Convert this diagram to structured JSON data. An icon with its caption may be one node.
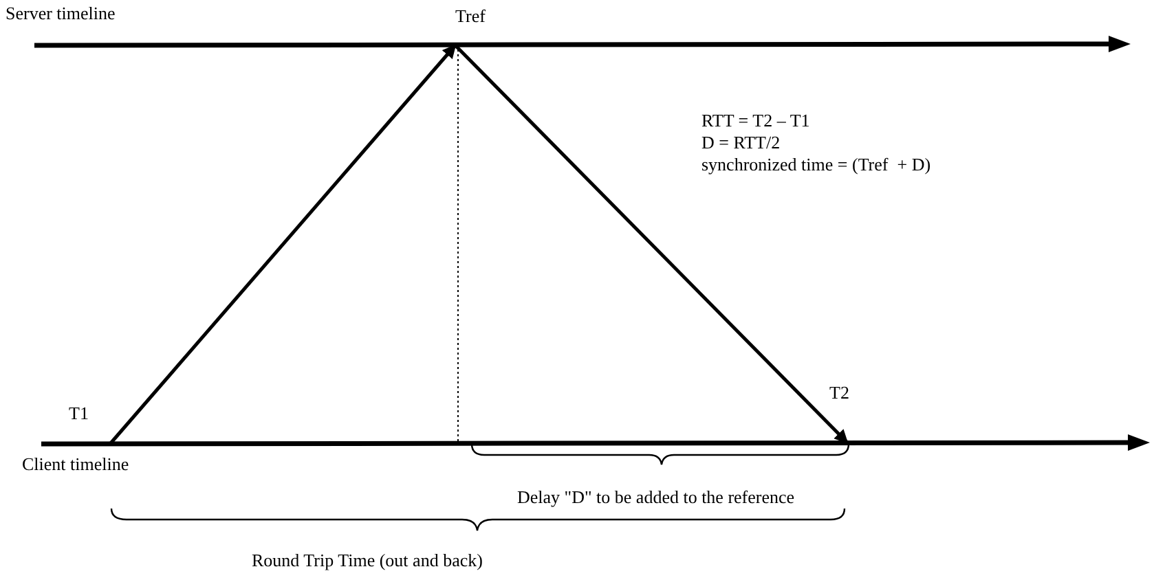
{
  "diagram": {
    "nodes": [
      {
        "text": [
          "T1"
        ]
      },
      {
        "text": [
          "Tref"
        ]
      },
      {
        "text": [
          "T2"
        ]
      }
    ],
    "edges": [
      {
        "from": 0,
        "to": 1,
        "arrow": "to"
      },
      {
        "from": 1,
        "to": 2,
        "arrow": "to"
      }
    ],
    "labels": [
      "Server timeline",
      "RTT = T2 – T1",
      "D = RTT/2",
      "synchronized time = (Tref  + D)",
      "Client timeline",
      "Delay \"D\" to be added to the reference",
      "Round Trip Time (out and back)"
    ]
  }
}
